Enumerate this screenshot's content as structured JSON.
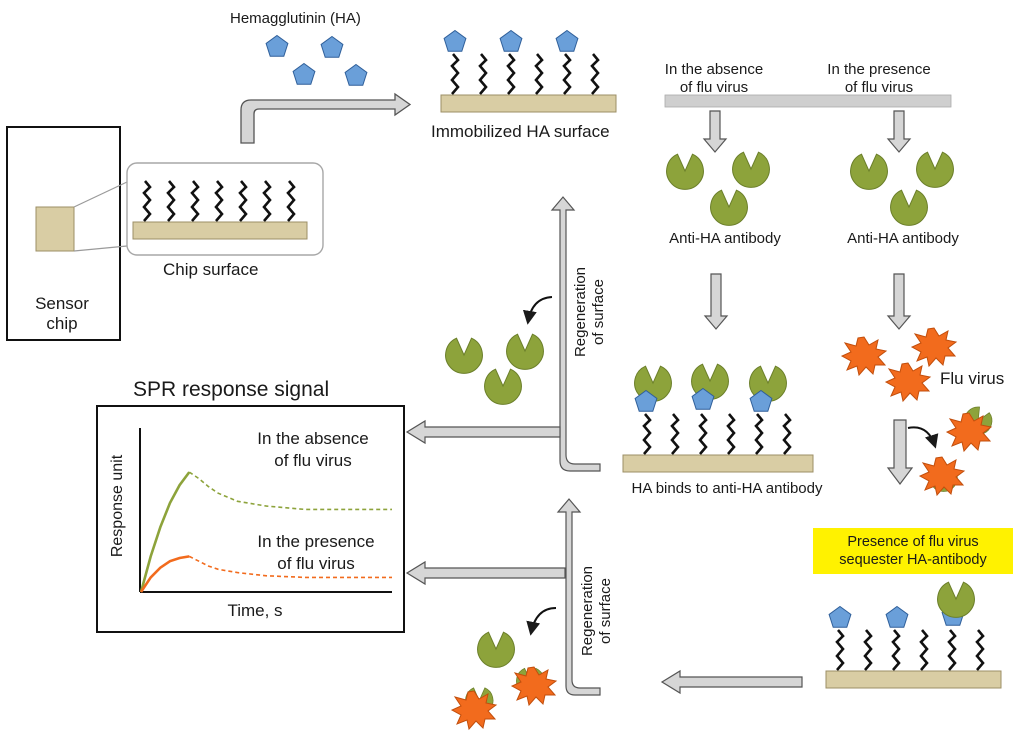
{
  "labels": {
    "hemagglutinin": "Hemagglutinin (HA)",
    "immobilized_surface": "Immobilized HA surface",
    "chip_surface": "Chip surface",
    "sensor_chip_line1": "Sensor",
    "sensor_chip_line2": "chip",
    "absence_line1": "In the absence",
    "absence_line2": "of flu virus",
    "presence_line1": "In the presence",
    "presence_line2": "of flu virus",
    "anti_ha_left": "Anti-HA antibody",
    "anti_ha_right": "Anti-HA antibody",
    "flu_virus": "Flu virus",
    "ha_binds": "HA binds to anti-HA antibody",
    "regen_top_line1": "Regeneration",
    "regen_top_line2": "of surface",
    "regen_bottom_line1": "Regeneration",
    "regen_bottom_line2": "of surface",
    "sequester_line1": "Presence of flu virus",
    "sequester_line2": "sequester HA-antibody"
  },
  "spr_chart": {
    "title": "SPR response signal",
    "ylabel": "Response unit",
    "xlabel": "Time, s",
    "absence_line1": "In the absence",
    "absence_line2": "of flu virus",
    "presence_line1": "In the presence",
    "presence_line2": "of flu virus"
  },
  "colors": {
    "ha_pentagon": "#6a9fd9",
    "antibody": "#8da33b",
    "flu_virus": "#f26b1d",
    "chip": "#d9cda4",
    "arrow_fill": "#d6d6d6",
    "highlight": "#fff200",
    "absence_curve": "#8da33b",
    "presence_curve": "#f26b1d"
  },
  "chart_data": {
    "type": "line",
    "title": "SPR response signal",
    "xlabel": "Time, s",
    "ylabel": "Response unit",
    "grid": false,
    "series": [
      {
        "name": "In the absence of flu virus",
        "color": "#8da33b",
        "x": [
          0,
          1,
          2,
          3,
          4,
          5,
          6,
          7,
          8,
          10,
          13,
          17,
          22,
          26
        ],
        "y": [
          0,
          0.22,
          0.4,
          0.55,
          0.66,
          0.74,
          0.7,
          0.65,
          0.61,
          0.56,
          0.53,
          0.51,
          0.51,
          0.51
        ]
      },
      {
        "name": "In the presence of flu virus",
        "color": "#f26b1d",
        "x": [
          0,
          1,
          2,
          3,
          4,
          5,
          6,
          7,
          8,
          10,
          13,
          17,
          22,
          26
        ],
        "y": [
          0,
          0.09,
          0.15,
          0.19,
          0.21,
          0.22,
          0.19,
          0.16,
          0.14,
          0.12,
          0.1,
          0.09,
          0.09,
          0.09
        ]
      }
    ]
  }
}
